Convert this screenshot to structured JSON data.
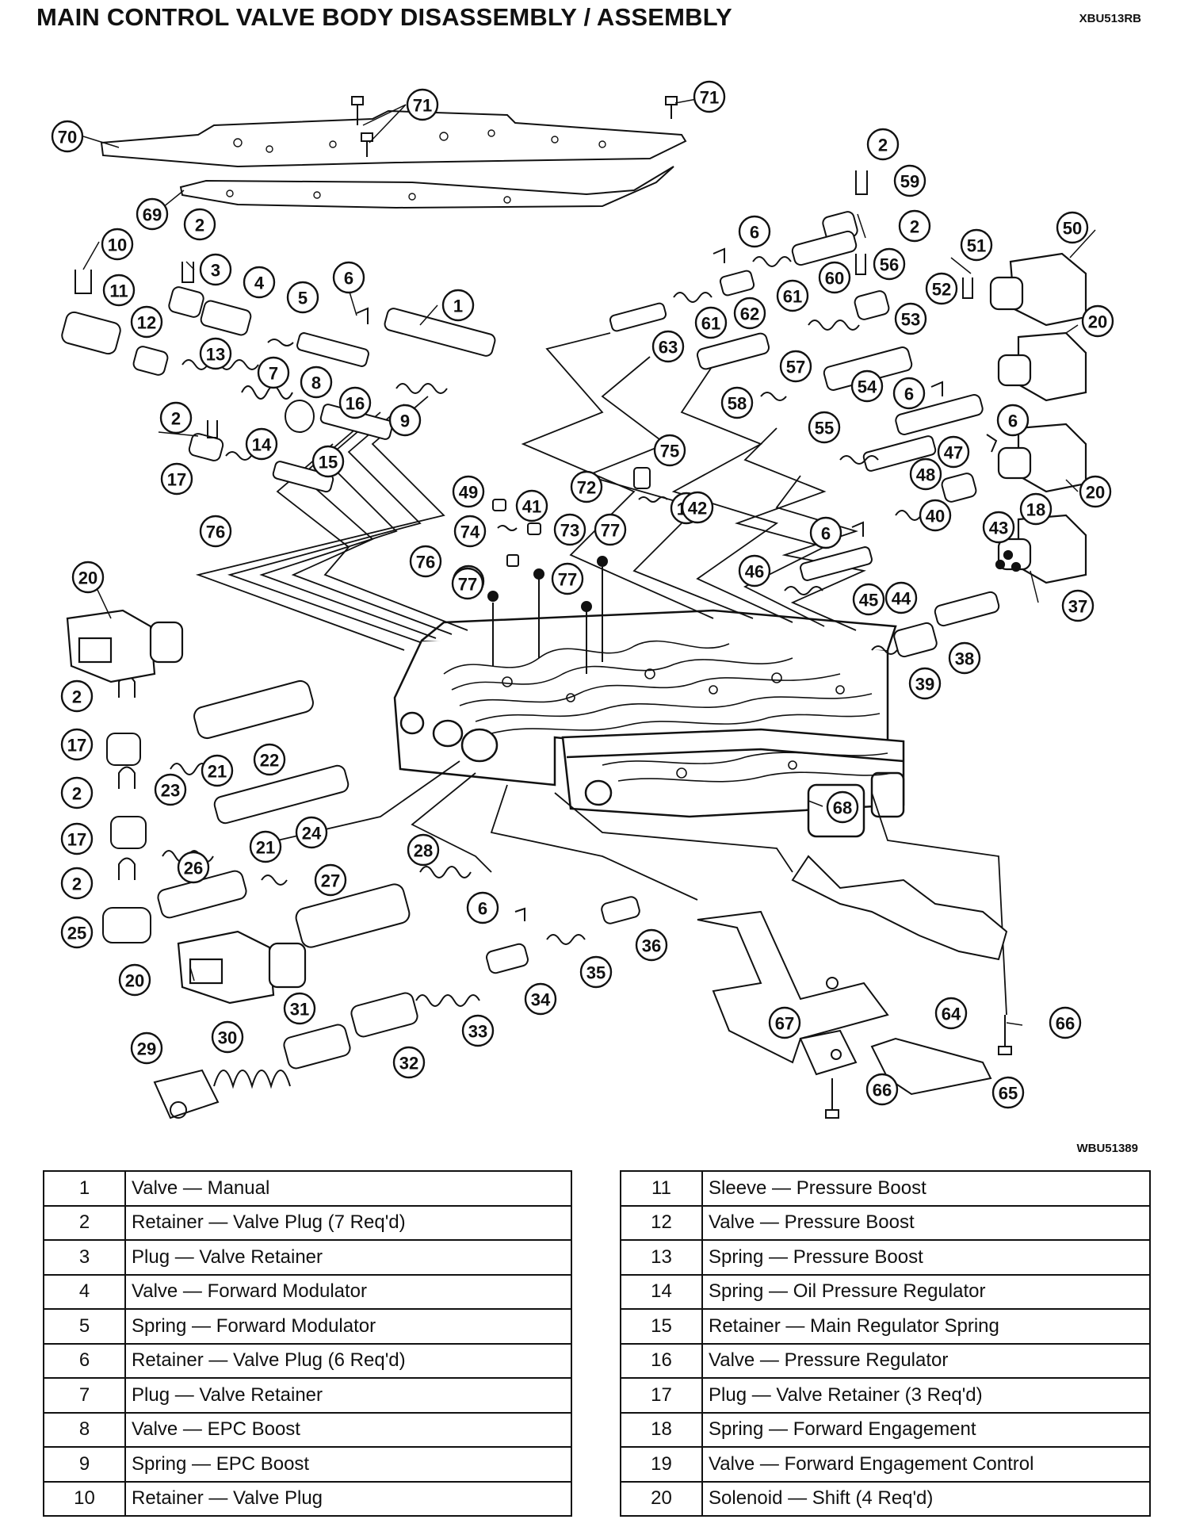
{
  "header": {
    "title": "MAIN CONTROL VALVE BODY DISASSEMBLY / ASSEMBLY",
    "doc_code": "XBU513RB"
  },
  "figure": {
    "code": "WBU51389",
    "callouts": [
      "71",
      "71",
      "70",
      "2",
      "59",
      "69",
      "2",
      "6",
      "2",
      "50",
      "10",
      "3",
      "51",
      "11",
      "4",
      "56",
      "52",
      "6",
      "5",
      "60",
      "1",
      "20",
      "12",
      "61",
      "62",
      "61",
      "53",
      "13",
      "7",
      "63",
      "57",
      "8",
      "9",
      "58",
      "54",
      "6",
      "16",
      "55",
      "2",
      "14",
      "6",
      "15",
      "47",
      "48",
      "20",
      "17",
      "75",
      "49",
      "18",
      "40",
      "19",
      "72",
      "76",
      "41",
      "74",
      "73",
      "77",
      "77",
      "6",
      "76",
      "42",
      "43",
      "77",
      "77",
      "46",
      "44",
      "45",
      "20",
      "37",
      "2",
      "38",
      "39",
      "17",
      "21",
      "22",
      "68",
      "2",
      "23",
      "17",
      "24",
      "21",
      "28",
      "2",
      "26",
      "27",
      "6",
      "25",
      "36",
      "20",
      "35",
      "34",
      "31",
      "64",
      "66",
      "67",
      "33",
      "29",
      "30",
      "32",
      "66",
      "65"
    ]
  },
  "parts_left": [
    {
      "num": "1",
      "desc": "Valve — Manual"
    },
    {
      "num": "2",
      "desc": "Retainer — Valve Plug (7 Req'd)"
    },
    {
      "num": "3",
      "desc": "Plug — Valve Retainer"
    },
    {
      "num": "4",
      "desc": "Valve — Forward Modulator"
    },
    {
      "num": "5",
      "desc": "Spring — Forward Modulator"
    },
    {
      "num": "6",
      "desc": "Retainer — Valve Plug (6 Req'd)"
    },
    {
      "num": "7",
      "desc": "Plug — Valve Retainer"
    },
    {
      "num": "8",
      "desc": "Valve — EPC Boost"
    },
    {
      "num": "9",
      "desc": "Spring — EPC Boost"
    },
    {
      "num": "10",
      "desc": "Retainer — Valve Plug"
    }
  ],
  "parts_right": [
    {
      "num": "11",
      "desc": "Sleeve — Pressure Boost"
    },
    {
      "num": "12",
      "desc": "Valve — Pressure Boost"
    },
    {
      "num": "13",
      "desc": "Spring — Pressure Boost"
    },
    {
      "num": "14",
      "desc": "Spring — Oil Pressure Regulator"
    },
    {
      "num": "15",
      "desc": "Retainer — Main Regulator Spring"
    },
    {
      "num": "16",
      "desc": "Valve — Pressure Regulator"
    },
    {
      "num": "17",
      "desc": "Plug — Valve Retainer (3 Req'd)"
    },
    {
      "num": "18",
      "desc": "Spring — Forward Engagement"
    },
    {
      "num": "19",
      "desc": "Valve — Forward Engagement Control"
    },
    {
      "num": "20",
      "desc": "Solenoid — Shift (4 Req'd)"
    }
  ]
}
